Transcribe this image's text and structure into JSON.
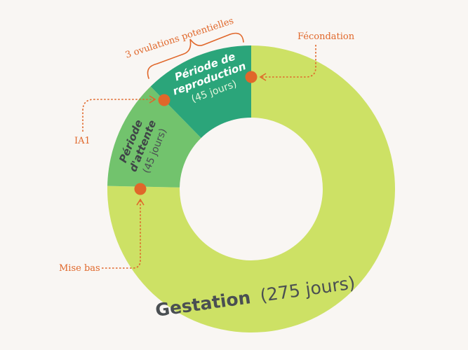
{
  "diagram": {
    "segments": [
      {
        "id": "gestation",
        "title": "Gestation",
        "duration": "(275 jours)",
        "days": 275,
        "color": "#cde165"
      },
      {
        "id": "attente",
        "title_line1": "Période",
        "title_line2": "d'attente",
        "duration": "(45 jours)",
        "days": 45,
        "color": "#72c36d"
      },
      {
        "id": "reproduction",
        "title_line1": "Période de",
        "title_line2": "reproduction",
        "duration": "(45 jours)",
        "days": 45,
        "color": "#2ba57a"
      }
    ],
    "annotations": {
      "fecondation": "Fécondation",
      "ia1": "IA1",
      "mise_bas": "Mise bas",
      "ovulations": "3 ovulations potentielles"
    },
    "colors": {
      "accent": "#e0672a",
      "dark_text": "#4a4f52",
      "light_text": "#ffffff",
      "dim_text_green": "#e2f5dc",
      "background": "#f9f6f3"
    }
  }
}
